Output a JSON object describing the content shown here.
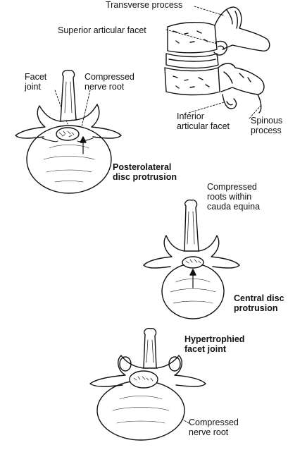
{
  "labels": {
    "transverse_process": "Transverse process",
    "superior_articular_facet": "Superior articular facet",
    "facet_joint": [
      "Facet",
      "joint"
    ],
    "compressed_nerve_root_top": [
      "Compressed",
      "nerve root"
    ],
    "inferior_articular_facet": [
      "Inferior",
      "articular facet"
    ],
    "spinous_process": [
      "Spinous",
      "process"
    ],
    "posterolateral": [
      "Posterolateral",
      "disc protrusion"
    ],
    "compressed_roots_cauda": [
      "Compressed",
      "roots within",
      "cauda equina"
    ],
    "central_disc": [
      "Central disc",
      "protrusion"
    ],
    "hypertrophied_facet": [
      "Hypertrophied",
      "facet joint"
    ],
    "compressed_nerve_root_bottom": [
      "Compressed",
      "nerve root"
    ]
  },
  "colors": {
    "ink": "#111111",
    "paper": "#ffffff"
  }
}
